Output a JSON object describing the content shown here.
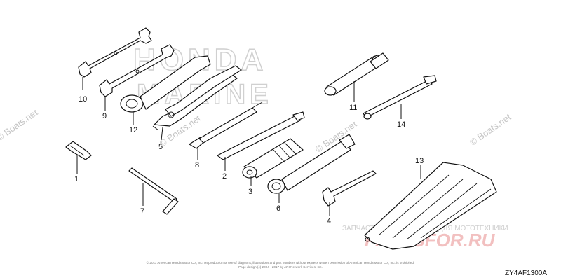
{
  "watermark": {
    "brand_line1": "HONDA",
    "brand_line2": "MARINE",
    "boats_net": "© Boats.net",
    "shop_caption": "ЗАПЧАСТИ И АКСЕССУАРЫ ДЛЯ МОТОТЕХНИКИ",
    "shop_logo": "PARTSFOR.RU"
  },
  "callouts": [
    {
      "id": "10",
      "label": "10"
    },
    {
      "id": "9",
      "label": "9"
    },
    {
      "id": "12",
      "label": "12"
    },
    {
      "id": "5",
      "label": "5"
    },
    {
      "id": "11",
      "label": "11"
    },
    {
      "id": "14",
      "label": "14"
    },
    {
      "id": "1",
      "label": "1"
    },
    {
      "id": "8",
      "label": "8"
    },
    {
      "id": "2",
      "label": "2"
    },
    {
      "id": "3",
      "label": "3"
    },
    {
      "id": "6",
      "label": "6"
    },
    {
      "id": "7",
      "label": "7"
    },
    {
      "id": "4",
      "label": "4"
    },
    {
      "id": "13",
      "label": "13"
    }
  ],
  "footer": {
    "copyright_line1": "© 2011 American Honda Motor Co., Inc. Reproduction or use of diagrams, illustrations and part numbers without express written permission of American Honda Motor Co., Inc. is prohibited.",
    "copyright_line2": "Page design (c) 2004 - 2017 by ARI Network Services, Inc.",
    "diagram_code": "ZY4AF1300A"
  }
}
